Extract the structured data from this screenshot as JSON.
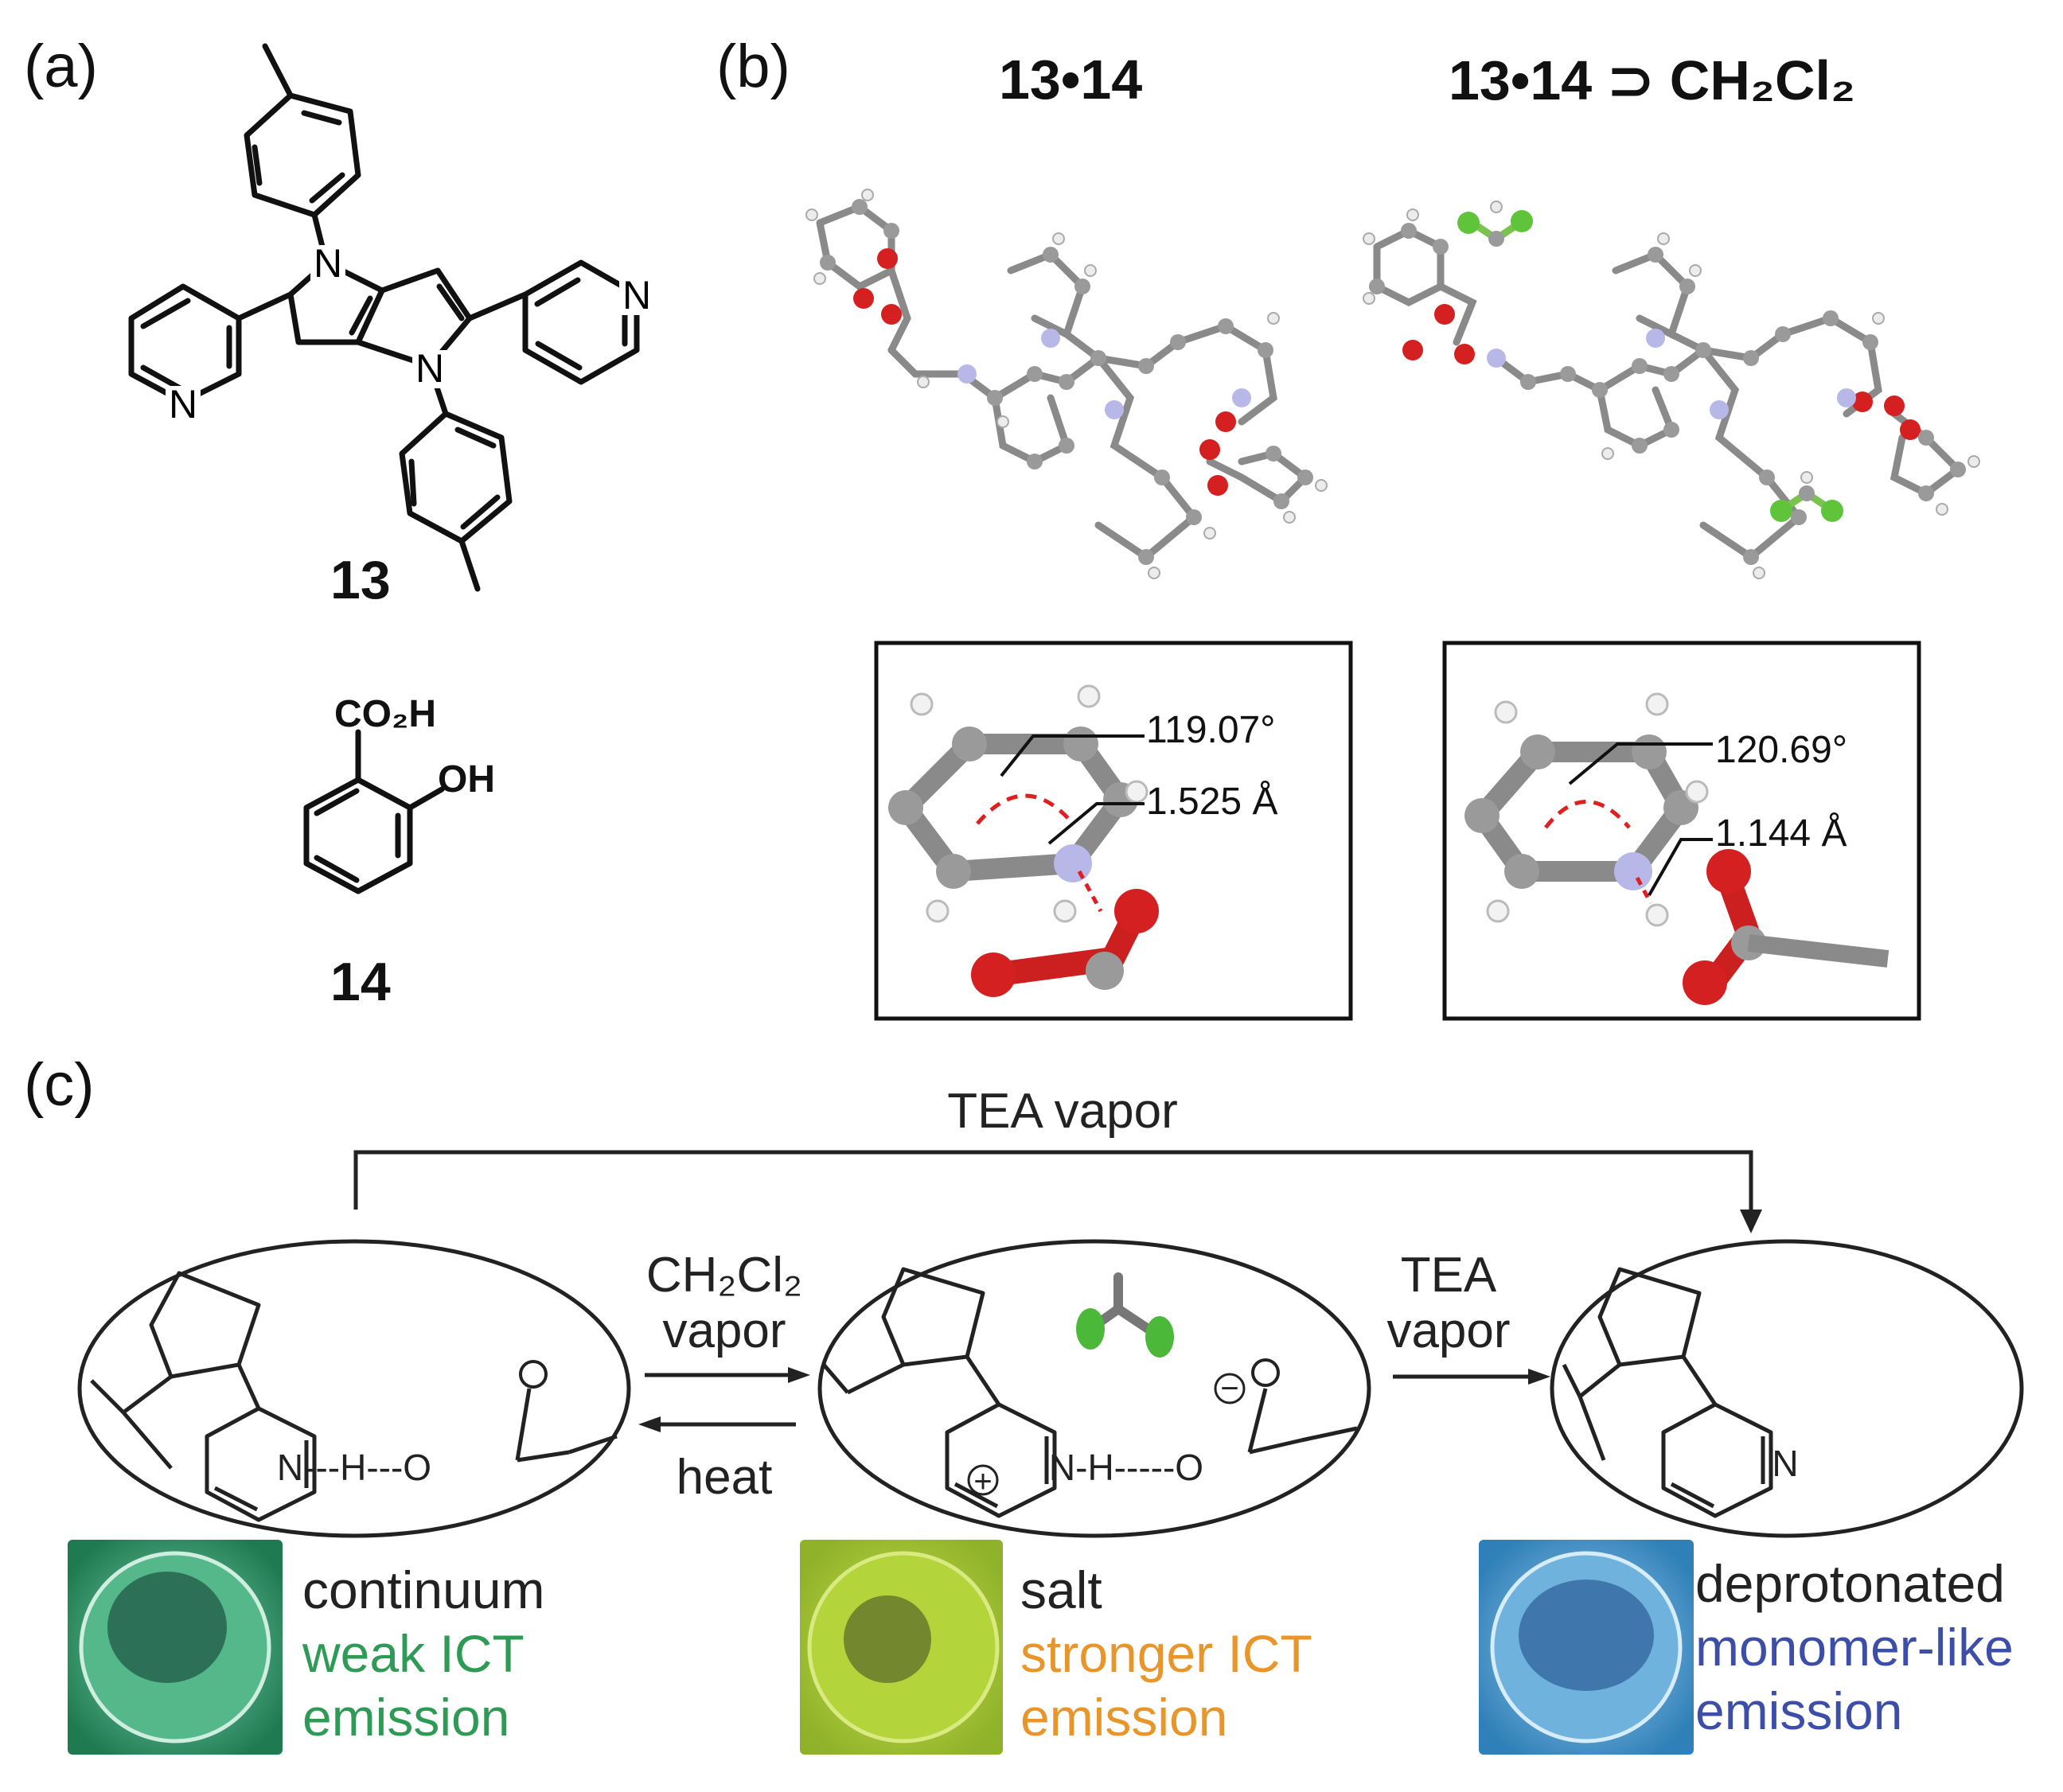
{
  "panel_labels": {
    "a": "(a)",
    "b": "(b)",
    "c": "(c)"
  },
  "compounds": {
    "c13": "13",
    "c14": "14",
    "co2h": "CO₂H",
    "oh": "OH",
    "atom_n": "N"
  },
  "panel_b": {
    "head_left": "13•14",
    "head_right": "13•14 ⊃ CH₂Cl₂",
    "left_angle": "119.07°",
    "left_dist": "1.525 Å",
    "right_angle": "120.69°",
    "right_dist": "1.144 Å"
  },
  "panel_c": {
    "tea_top": "TEA vapor",
    "ch2cl2_line1": "CH₂Cl₂",
    "ch2cl2_line2": "vapor",
    "heat": "heat",
    "tea_mid_line1": "TEA",
    "tea_mid_line2": "vapor",
    "hbond1": "N---H---O",
    "hbond2": "N-H-----O",
    "plus": "+",
    "minus": "−",
    "states": [
      {
        "name": "continuum",
        "desc1": "weak ICT",
        "desc2": "emission",
        "color": "#2e9a55"
      },
      {
        "name": "salt",
        "desc1": "stronger ICT",
        "desc2": "emission",
        "color": "#e8962a"
      },
      {
        "name": "deprotonated",
        "desc1": "monomer-like",
        "desc2": "emission",
        "color": "#3c4ea8"
      }
    ]
  },
  "colors": {
    "oxygen": "#d42020",
    "nitrogen": "#b8b8e8",
    "chlorine": "#5fc43a",
    "carbon": "#8a8a8a",
    "hydrogen": "#f2f2f2"
  }
}
